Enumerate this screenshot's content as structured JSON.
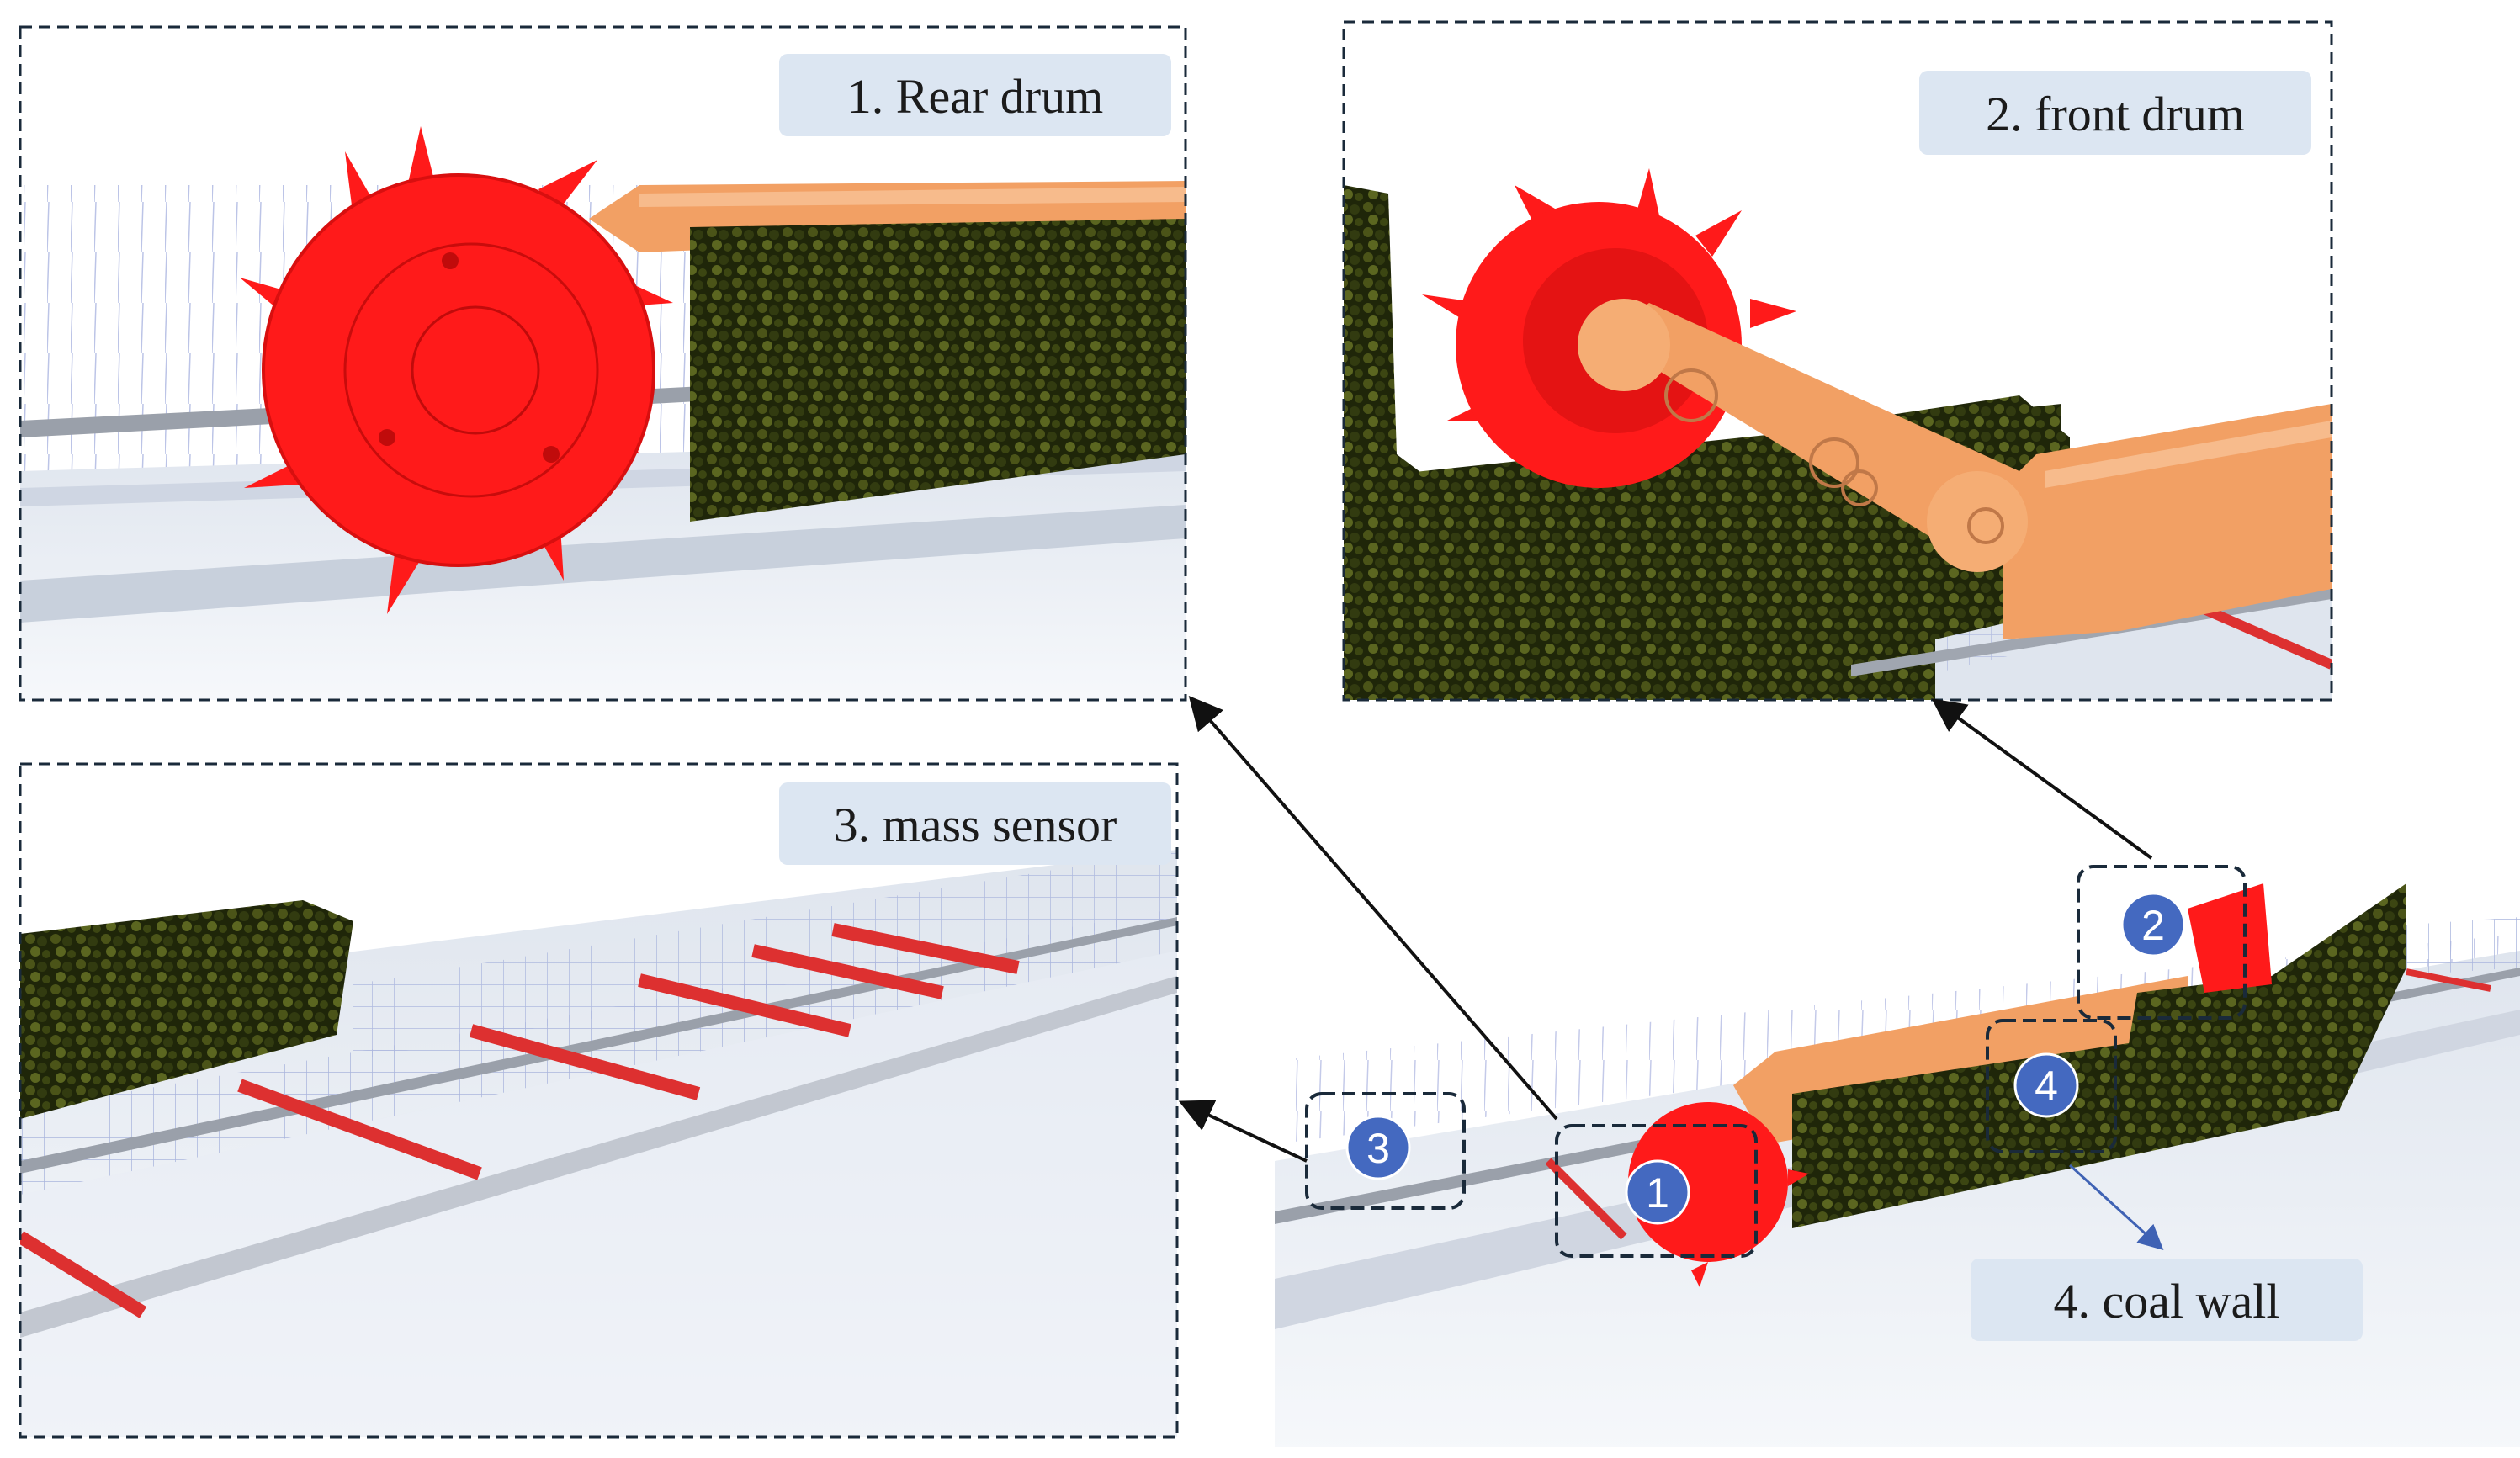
{
  "panels": {
    "rear_drum": {
      "label": "1. Rear drum"
    },
    "front_drum": {
      "label": "2. front drum"
    },
    "mass_sensor": {
      "label": "3. mass sensor"
    }
  },
  "overview": {
    "coal_wall_label": "4. coal wall",
    "markers": [
      "1",
      "2",
      "3",
      "4"
    ]
  },
  "colors": {
    "drum": "#ff1a1a",
    "coal": "#2c3410",
    "arm": "#f2a064",
    "marker": "#4469c0",
    "label_bg": "#dce6f2",
    "sensor_bar": "#dd3030"
  }
}
